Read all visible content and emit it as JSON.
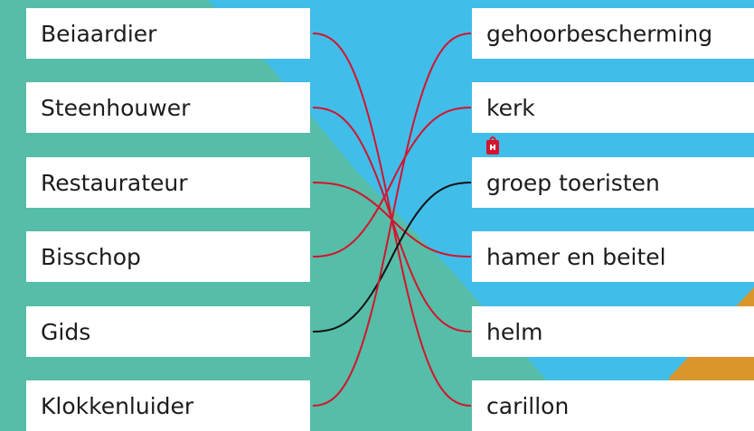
{
  "left_items": [
    {
      "label": "Beiaardier"
    },
    {
      "label": "Steenhouwer"
    },
    {
      "label": "Restaurateur"
    },
    {
      "label": "Bisschop"
    },
    {
      "label": "Gids"
    },
    {
      "label": "Klokkenluider"
    }
  ],
  "right_items": [
    {
      "label": "gehoorbescherming"
    },
    {
      "label": "kerk"
    },
    {
      "label": "groep toeristen"
    },
    {
      "label": "hamer en beitel"
    },
    {
      "label": "helm"
    },
    {
      "label": "carillon"
    }
  ],
  "connections": [
    {
      "from": 0,
      "to": 5,
      "color": "#d3142c"
    },
    {
      "from": 1,
      "to": 4,
      "color": "#d3142c"
    },
    {
      "from": 2,
      "to": 3,
      "color": "#d3142c"
    },
    {
      "from": 3,
      "to": 1,
      "color": "#d3142c"
    },
    {
      "from": 4,
      "to": 2,
      "color": "#111111"
    },
    {
      "from": 5,
      "to": 0,
      "color": "#d3142c"
    }
  ],
  "colors": {
    "background_teal": "#56bda8",
    "sky_blue": "#41bdea",
    "accent_orange": "#d9972b",
    "line_red": "#d3142c",
    "line_black": "#111111"
  },
  "icons": {
    "marker": "red-bag-icon"
  }
}
